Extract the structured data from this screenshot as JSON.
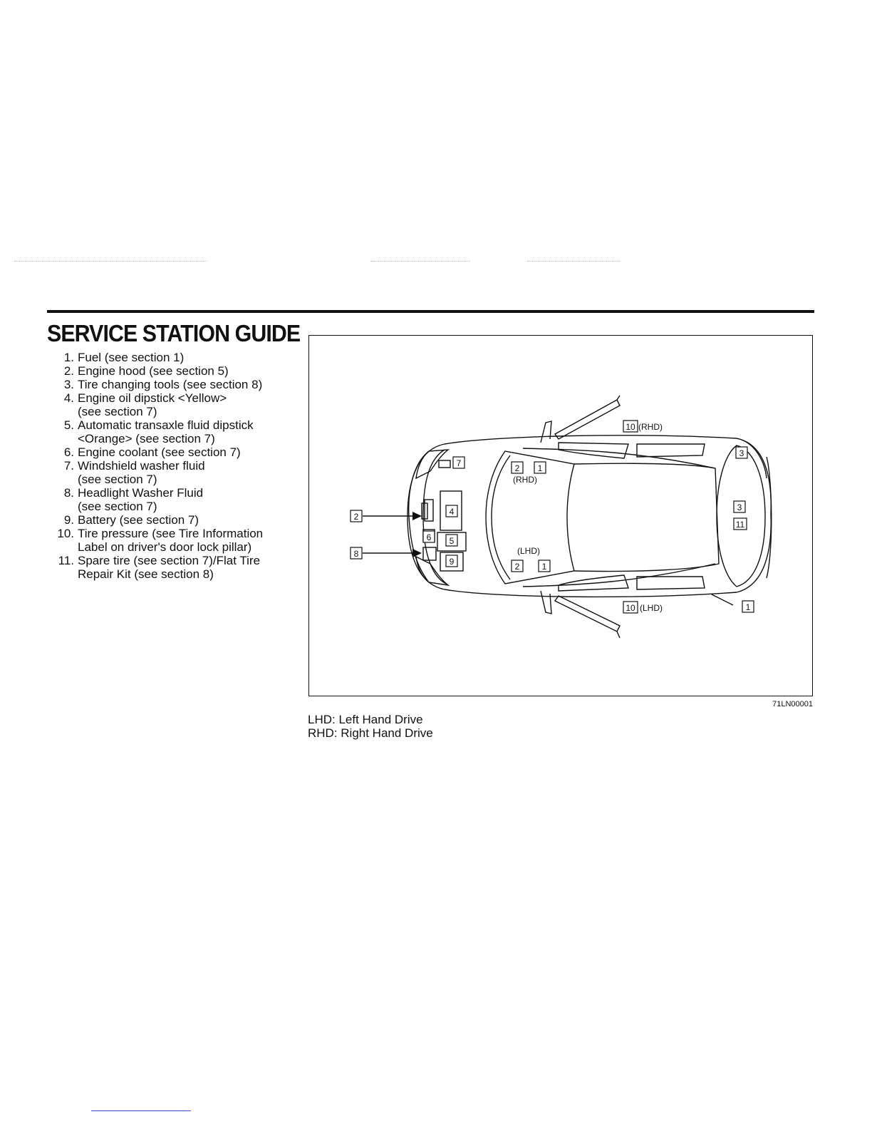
{
  "title": "SERVICE STATION GUIDE",
  "items": [
    {
      "num": "1.",
      "lines": [
        "Fuel (see section 1)"
      ]
    },
    {
      "num": "2.",
      "lines": [
        "Engine hood (see section 5)"
      ]
    },
    {
      "num": "3.",
      "lines": [
        "Tire changing tools (see section 8)"
      ]
    },
    {
      "num": "4.",
      "lines": [
        "Engine oil dipstick <Yellow>",
        "(see section 7)"
      ]
    },
    {
      "num": "5.",
      "lines": [
        "Automatic transaxle fluid dipstick",
        "<Orange> (see section 7)"
      ]
    },
    {
      "num": "6.",
      "lines": [
        "Engine coolant (see section 7)"
      ]
    },
    {
      "num": "7.",
      "lines": [
        "Windshield washer fluid",
        "(see section 7)"
      ]
    },
    {
      "num": "8.",
      "lines": [
        "Headlight Washer Fluid",
        "(see section 7)"
      ]
    },
    {
      "num": "9.",
      "lines": [
        "Battery (see section 7)"
      ]
    },
    {
      "num": "10.",
      "lines": [
        "Tire pressure (see Tire Information",
        "Label on driver's door lock pillar)"
      ]
    },
    {
      "num": "11.",
      "lines": [
        "Spare tire (see section 7)/Flat Tire",
        "Repair Kit (see section 8)"
      ]
    }
  ],
  "figure": {
    "code": "71LN00001",
    "labels": {
      "rhd": "(RHD)",
      "lhd": "(LHD)",
      "n1": "1",
      "n2": "2",
      "n3": "3",
      "n4": "4",
      "n5": "5",
      "n6": "6",
      "n7": "7",
      "n8": "8",
      "n9": "9",
      "n10": "10",
      "n11": "11"
    }
  },
  "legend": {
    "lhd": "LHD: Left Hand Drive",
    "rhd": "RHD: Right Hand Drive"
  }
}
